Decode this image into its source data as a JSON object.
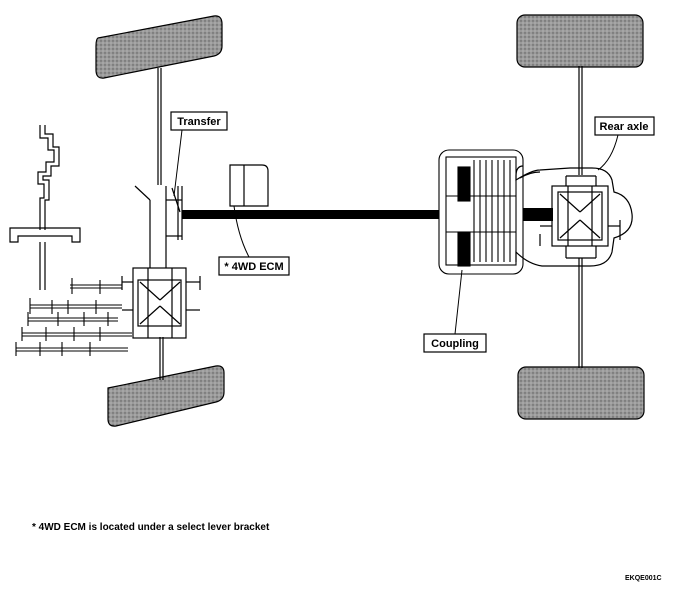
{
  "labels": {
    "transfer": "Transfer",
    "rear_axle": "Rear axle",
    "ecm": "* 4WD ECM",
    "coupling": "Coupling"
  },
  "footnote": "* 4WD ECM is located under a select lever bracket",
  "figure_code": "EKQE001C",
  "colors": {
    "ink": "#000000",
    "tire_fill": "#8a8a8a",
    "background": "#ffffff"
  }
}
